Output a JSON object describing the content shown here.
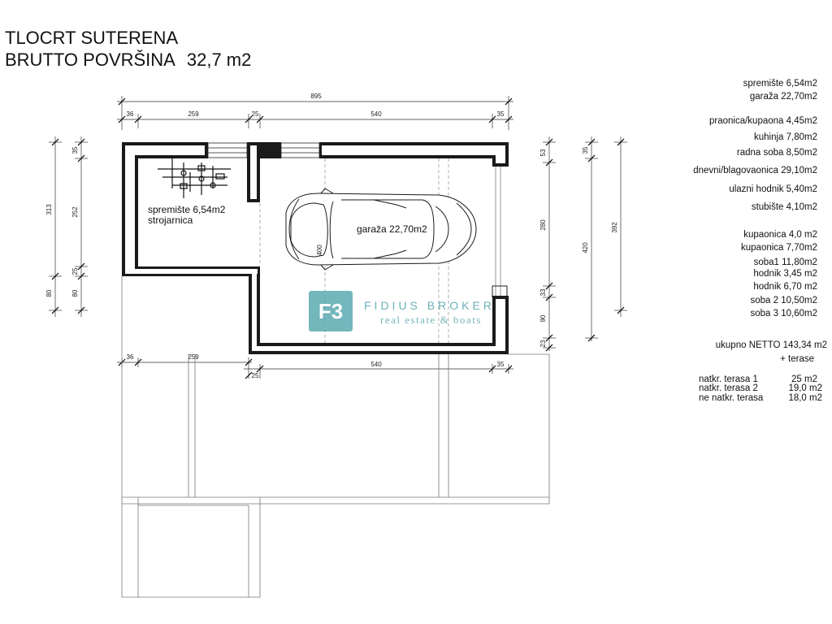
{
  "title": {
    "line1": "TLOCRT SUTERENA",
    "line2": "BRUTTO POVRŠINA",
    "area": "32,7 m2"
  },
  "dimensions": {
    "total_width": "895",
    "top_left_wall": "36",
    "top_room_left": "259",
    "top_mid_wall": "25",
    "top_room_right": "540",
    "top_right_wall": "35",
    "bottom_left_wall": "36",
    "bottom_room_left": "259",
    "bottom_mid_wall": "25",
    "bottom_room_right": "540",
    "bottom_right_wall": "35",
    "left_outer_313": "313",
    "left_outer_80": "80",
    "left_inner_35": "35",
    "left_inner_252": "252",
    "left_inner_25": "25",
    "left_inner_80": "80",
    "right_53": "53",
    "right_280": "280",
    "right_33": "33",
    "right_90": "90",
    "right_23": "23",
    "right_35": "35",
    "right_420": "420",
    "right_392": "392",
    "car_400": "400"
  },
  "rooms": {
    "storage": "spremište 6,54m2",
    "storage_sub": "strojarnica",
    "garage": "garaža 22,70m2"
  },
  "logo": {
    "mark": "F3",
    "name": "FIDIUS BROKER",
    "tagline": "real estate & boats",
    "color": "#5aa9b0"
  },
  "area_list": {
    "basement": [
      "spremište 6,54m2",
      "garaža 22,70m2"
    ],
    "ground": [
      "praonica/kupaona 4,45m2",
      "kuhinja 7,80m2",
      "radna soba 8,50m2",
      "dnevni/blagovaonica 29,10m2",
      "ulazni hodnik 5,40m2",
      "stubište 4,10m2"
    ],
    "upper": [
      "kupaonica 4,0 m2",
      "kupaonica 7,70m2",
      "soba1  11,80m2",
      "hodnik 3,45 m2",
      "hodnik 6,70 m2",
      "soba 2  10,50m2",
      "soba 3  10,60m2"
    ],
    "total": "ukupno NETTO  143,34 m2",
    "total_sub": "+ terase"
  },
  "terraces": [
    {
      "label": "natkr. terasa 1",
      "value": "25 m2"
    },
    {
      "label": "natkr. terasa 2",
      "value": "19,0 m2"
    },
    {
      "label": "ne natkr. terasa",
      "value": "18,0 m2"
    }
  ]
}
